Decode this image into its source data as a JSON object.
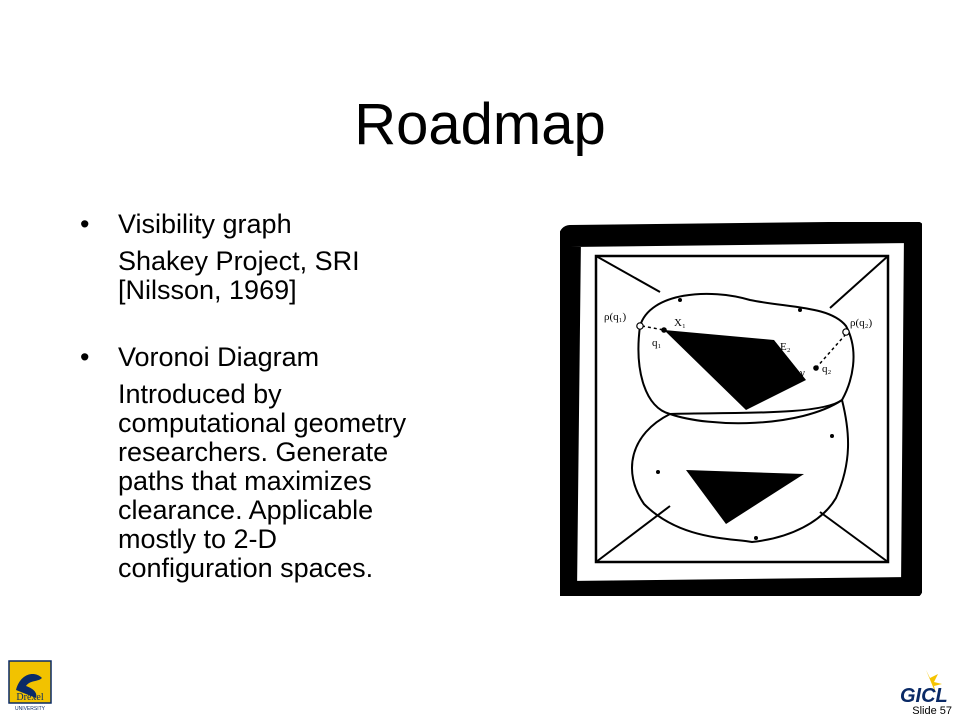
{
  "slide": {
    "title": "Roadmap",
    "bullets": [
      {
        "label": "Visibility graph",
        "detail": [
          "Shakey Project, SRI",
          "[Nilsson, 1969]"
        ]
      },
      {
        "label": "Voronoi Diagram",
        "detail": [
          "Introduced by",
          "computational geometry",
          "researchers. Generate",
          "paths that maximizes",
          "clearance. Applicable",
          "mostly to 2-D",
          "configuration spaces."
        ]
      }
    ],
    "bullet_glyph": "•",
    "slide_number": "Slide 57"
  },
  "figure": {
    "labels": {
      "rho_q1": "ρ(q₁)",
      "rho_q2": "ρ(q₂)",
      "q1": "q₁",
      "q2": "q₂",
      "x1": "X₁",
      "e2": "E₂",
      "gamma": "γ"
    }
  },
  "logos": {
    "left_text": "Drexel",
    "left_sub": "UNIVERSITY",
    "right_text": "GICL"
  },
  "colors": {
    "drexel_gold": "#f2c200",
    "drexel_navy": "#0a2a66",
    "gicl_gold": "#f5c400"
  }
}
